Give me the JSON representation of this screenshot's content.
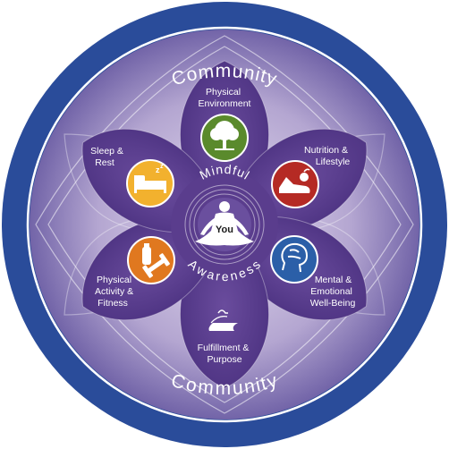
{
  "ring": {
    "top_label": "Community",
    "bottom_label": "Community"
  },
  "center": {
    "top_word": "Mindful",
    "bottom_word": "Awareness",
    "you_label": "You"
  },
  "petals": [
    {
      "id": "physical-environment",
      "lines": [
        "Physical",
        "Environment"
      ],
      "icon": "tree-icon",
      "icon_color": "#5a8a2c"
    },
    {
      "id": "nutrition-lifestyle",
      "lines": [
        "Nutrition &",
        "Lifestyle"
      ],
      "icon": "shoe-apple-icon",
      "icon_color": "#b52a24"
    },
    {
      "id": "mental-emotional",
      "lines": [
        "Mental &",
        "Emotional",
        "Well-Being"
      ],
      "icon": "brain-icon",
      "icon_color": "#2b5fa8"
    },
    {
      "id": "fulfillment-purpose",
      "lines": [
        "Fulfillment &",
        "Purpose"
      ],
      "icon": "path-icon",
      "icon_color": "#5a3a8e"
    },
    {
      "id": "physical-activity",
      "lines": [
        "Physical",
        "Activity &",
        "Fitness"
      ],
      "icon": "dumbbell-icon",
      "icon_color": "#e0781f"
    },
    {
      "id": "sleep-rest",
      "lines": [
        "Sleep &",
        "Rest"
      ],
      "icon": "bed-icon",
      "icon_color": "#f2b12e"
    }
  ],
  "colors": {
    "outer_ring": "#2a4c9a",
    "petal": "#5c3f8f",
    "background_light": "#c9bfdd"
  }
}
